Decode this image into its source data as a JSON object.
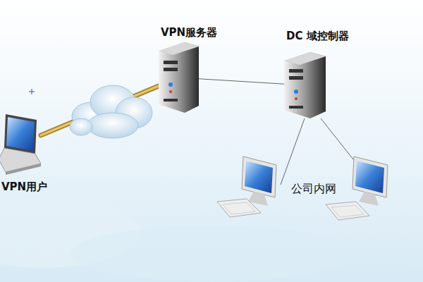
{
  "diagram": {
    "nodes": [
      {
        "text": [
          "VPN用户"
        ]
      },
      {
        "text": [
          "VPN服务器"
        ]
      },
      {
        "text": [
          "DC 域控制器"
        ]
      }
    ],
    "edges": [
      {
        "from": 0,
        "to": 1,
        "arrow": "none"
      },
      {
        "from": 1,
        "to": 2,
        "arrow": "none"
      }
    ],
    "labels": [
      "公司内网"
    ]
  }
}
